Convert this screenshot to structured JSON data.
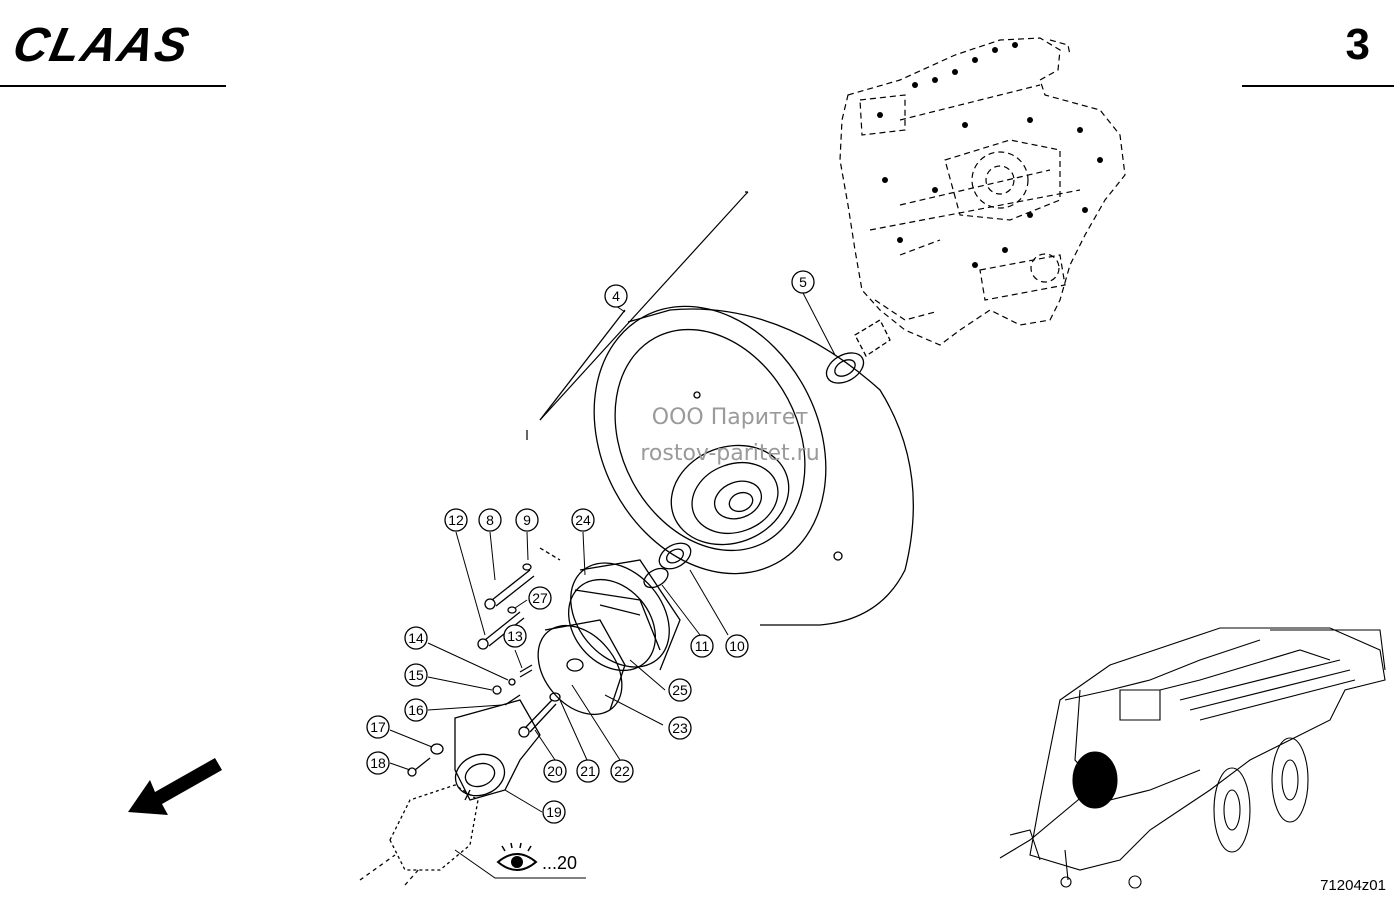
{
  "header": {
    "brand": "CLAAS",
    "page_number": "3"
  },
  "watermark": {
    "line1": "ООО Паритет",
    "line2": "rostov-paritet.ru"
  },
  "drawing_id": "71204z01",
  "reference": {
    "icon": "eye-icon",
    "text": "...20"
  },
  "callouts": [
    "4",
    "5",
    "8",
    "9",
    "10",
    "11",
    "12",
    "13",
    "14",
    "15",
    "16",
    "17",
    "18",
    "19",
    "20",
    "21",
    "22",
    "23",
    "24",
    "25",
    "27"
  ],
  "colors": {
    "line": "#000000",
    "watermark": "#9a9a9a",
    "background": "#ffffff"
  }
}
